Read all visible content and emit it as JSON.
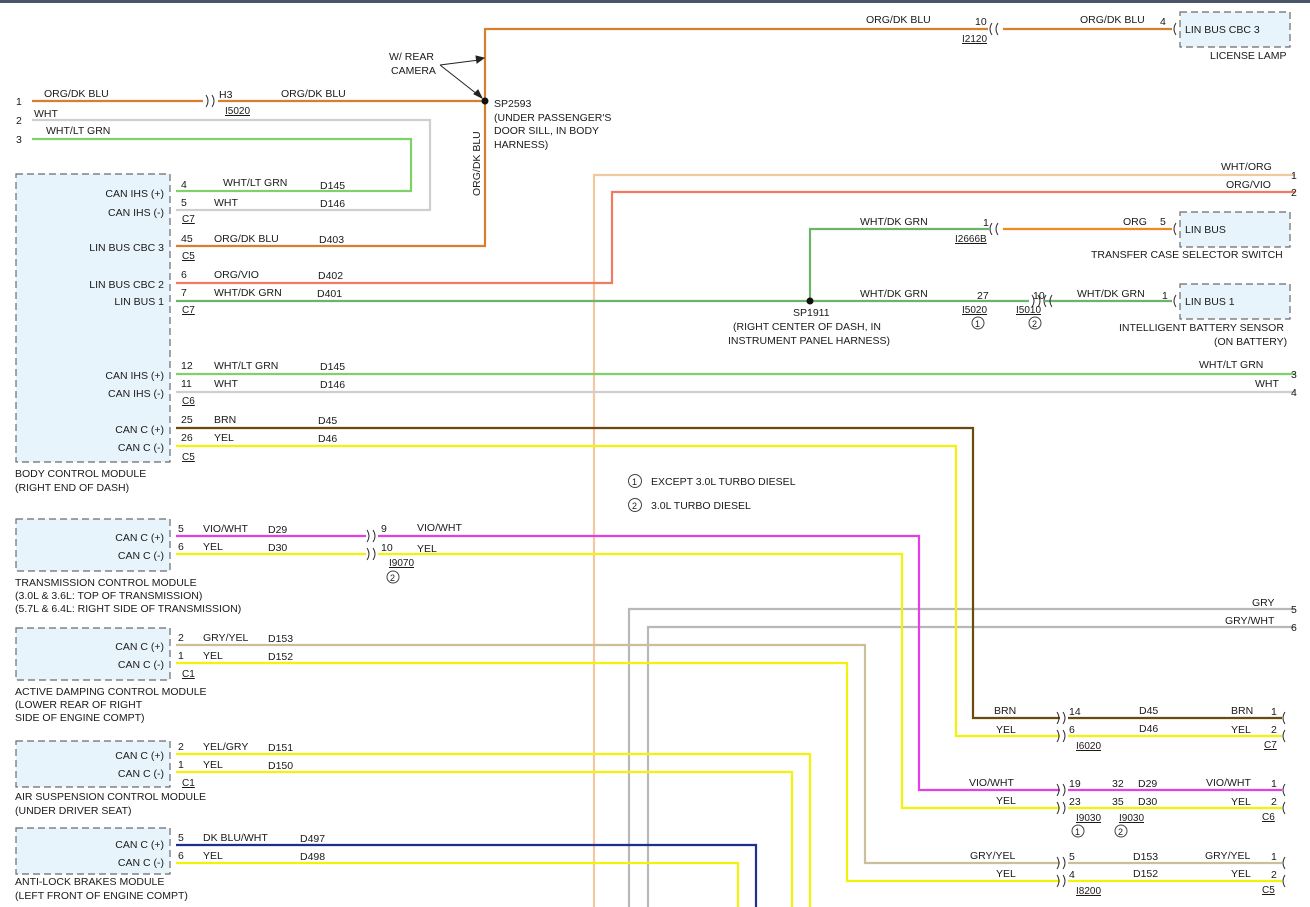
{
  "colors": {
    "orgdkblu": "#d77f2b",
    "wht": "#cfcfcf",
    "whtltgrn": "#7fd16a",
    "whtorg": "#f2c8a0",
    "orgvio": "#f07a62",
    "whtdkgrn": "#6ab56a",
    "org": "#f08a1e",
    "brn": "#6b4a10",
    "yel": "#f2f20a",
    "vio": "#e63ee6",
    "gry": "#b8b8b8",
    "gryyel": "#cbbf9a",
    "dkbluwht": "#1f2f8f"
  },
  "modules": {
    "bcm": {
      "name": "BODY CONTROL MODULE",
      "loc": "(RIGHT END OF DASH)",
      "pins": [
        "CAN IHS (+)",
        "CAN IHS (-)",
        "LIN BUS CBC 3",
        "LIN BUS CBC 2",
        "LIN BUS 1",
        "CAN IHS (+)",
        "CAN IHS (-)",
        "CAN C (+)",
        "CAN C (-)"
      ]
    },
    "tcm": {
      "name": "TRANSMISSION CONTROL MODULE",
      "loc1": "(3.0L & 3.6L: TOP OF TRANSMISSION)",
      "loc2": "(5.7L & 6.4L: RIGHT SIDE OF TRANSMISSION)",
      "pins": [
        "CAN C (+)",
        "CAN C (-)"
      ]
    },
    "adcm": {
      "name": "ACTIVE DAMPING CONTROL MODULE",
      "loc1": "(LOWER REAR OF RIGHT",
      "loc2": "SIDE OF ENGINE COMPT)",
      "pins": [
        "CAN C (+)",
        "CAN C (-)"
      ]
    },
    "ascm": {
      "name": "AIR SUSPENSION CONTROL MODULE",
      "loc": "(UNDER DRIVER SEAT)",
      "pins": [
        "CAN C (+)",
        "CAN C (-)"
      ]
    },
    "abs": {
      "name": "ANTI-LOCK BRAKES MODULE",
      "loc": "(LEFT FRONT OF ENGINE COMPT)",
      "pins": [
        "CAN C (+)",
        "CAN C (-)"
      ]
    },
    "cbc3": {
      "label": "LIN BUS CBC 3",
      "name": "LICENSE LAMP"
    },
    "tcss": {
      "label": "LIN BUS",
      "name": "TRANSFER CASE SELECTOR SWITCH"
    },
    "ibs": {
      "label": "LIN BUS 1",
      "name": "INTELLIGENT BATTERY SENSOR",
      "loc": "(ON BATTERY)"
    }
  },
  "splices": {
    "sp2593": {
      "id": "SP2593",
      "l1": "(UNDER PASSENGER'S",
      "l2": "DOOR SILL, IN BODY",
      "l3": "HARNESS)"
    },
    "sp1911": {
      "id": "SP1911",
      "l1": "(RIGHT CENTER OF DASH, IN",
      "l2": "INSTRUMENT PANEL HARNESS)"
    },
    "rearcam1": "W/ REAR",
    "rearcam2": "CAMERA"
  },
  "legend": [
    {
      "num": "1",
      "text": "EXCEPT 3.0L TURBO DIESEL"
    },
    {
      "num": "2",
      "text": "3.0L TURBO DIESEL"
    }
  ],
  "wires": {
    "orgdkblu": "ORG/DK BLU",
    "wht": "WHT",
    "whtltgrn": "WHT/LT GRN",
    "orgvio": "ORG/VIO",
    "whtdkgrn": "WHT/DK GRN",
    "whtorg": "WHT/ORG",
    "org": "ORG",
    "brn": "BRN",
    "yel": "YEL",
    "viowht": "VIO/WHT",
    "gry": "GRY",
    "grywht": "GRY/WHT",
    "gryyel": "GRY/YEL",
    "yelgry": "YEL/GRY",
    "dkbluwht": "DK BLU/WHT"
  },
  "circuits": {
    "d145": "D145",
    "d146": "D146",
    "d403": "D403",
    "d402": "D402",
    "d401": "D401",
    "d45": "D45",
    "d46": "D46",
    "d29": "D29",
    "d30": "D30",
    "d153": "D153",
    "d152": "D152",
    "d151": "D151",
    "d150": "D150",
    "d497": "D497",
    "d498": "D498"
  },
  "connectors": {
    "c7": "C7",
    "c5": "C5",
    "c6": "C6",
    "c1": "C1",
    "i5020": "I5020",
    "i2120": "I2120",
    "i2666b": "I2666B",
    "i5010": "I5010",
    "i9070": "I9070",
    "i6020": "I6020",
    "i9030": "I9030",
    "i8200": "I8200",
    "h3": "H3"
  },
  "pins": {
    "p1": "1",
    "p2": "2",
    "p3": "3",
    "p4": "4",
    "p5": "5",
    "p6": "6",
    "p7": "7",
    "p9": "9",
    "p10": "10",
    "p11": "11",
    "p12": "12",
    "p14": "14",
    "p19": "19",
    "p23": "23",
    "p25": "25",
    "p26": "26",
    "p27": "27",
    "p32": "32",
    "p35": "35",
    "p45": "45"
  }
}
